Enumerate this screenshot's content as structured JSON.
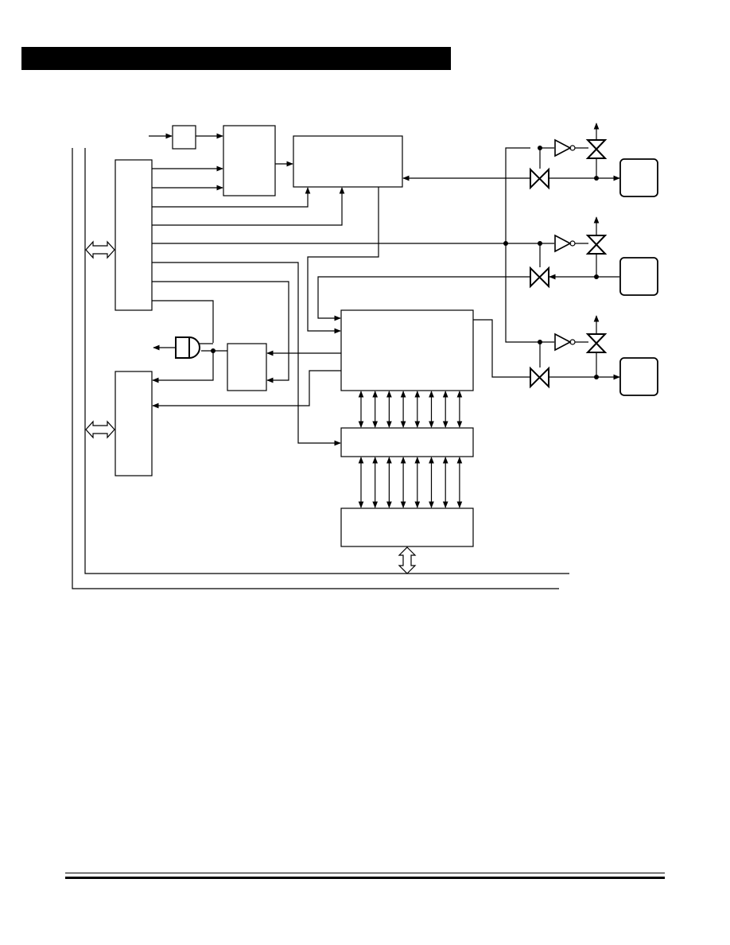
{
  "header": {
    "bar_color": "#000000"
  },
  "diagram": {
    "line_color": "#000000",
    "bus_width_bits": 8,
    "blocks": [
      "small-block",
      "mux-block",
      "top-control-block",
      "left-register-block-upper",
      "left-register-block-lower",
      "latch-block",
      "data-buffer-block",
      "data-latch-block",
      "io-buffer-block",
      "pin-pad-1",
      "pin-pad-2",
      "pin-pad-3"
    ],
    "icons": [
      "and-gate-icon",
      "inverter-icon",
      "transmission-gate-icon",
      "bus-arrow-icon"
    ]
  },
  "footer": {
    "rule_color": "#000000"
  }
}
